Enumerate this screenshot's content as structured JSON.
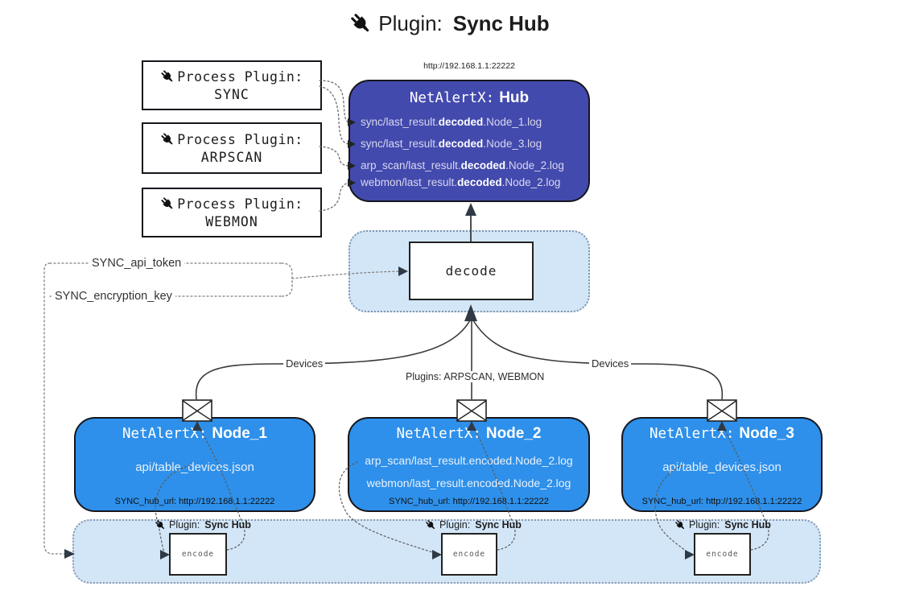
{
  "title": {
    "prefix": "Plugin:",
    "name": "Sync Hub"
  },
  "process_plugins": [
    {
      "label": "Process Plugin:",
      "name": "SYNC"
    },
    {
      "label": "Process Plugin:",
      "name": "ARPSCAN"
    },
    {
      "label": "Process Plugin:",
      "name": "WEBMON"
    }
  ],
  "hub": {
    "url_label": "http://192.168.1.1:22222",
    "title_prefix": "NetAlertX:",
    "title_name": "Hub",
    "lines": [
      {
        "pre": "sync/last_result.",
        "bold": "decoded",
        "post": ".Node_1.log"
      },
      {
        "pre": "sync/last_result.",
        "bold": "decoded",
        "post": ".Node_3.log"
      },
      {
        "pre": "arp_scan/last_result.",
        "bold": "decoded",
        "post": ".Node_2.log"
      },
      {
        "pre": "webmon/last_result.",
        "bold": "decoded",
        "post": ".Node_2.log"
      }
    ]
  },
  "decode": {
    "label": "decode"
  },
  "keys": {
    "api_token": "SYNC_api_token",
    "encryption_key": "SYNC_encryption_key"
  },
  "edges": {
    "devices_left": "Devices",
    "devices_right": "Devices",
    "plugins_mid": "Plugins: ARPSCAN, WEBMON"
  },
  "nodes": [
    {
      "title_prefix": "NetAlertX:",
      "title_name": "Node_1",
      "lines": [
        "api/table_devices.json"
      ],
      "hub_url": "SYNC_hub_url: http://192.168.1.1:22222"
    },
    {
      "title_prefix": "NetAlertX:",
      "title_name": "Node_2",
      "lines": [
        "arp_scan/last_result.encoded.Node_2.log",
        "webmon/last_result.encoded.Node_2.log"
      ],
      "hub_url": "SYNC_hub_url: http://192.168.1.1:22222"
    },
    {
      "title_prefix": "NetAlertX:",
      "title_name": "Node_3",
      "lines": [
        "api/table_devices.json"
      ],
      "hub_url": "SYNC_hub_url: http://192.168.1.1:22222"
    }
  ],
  "sync_groups": [
    {
      "label_prefix": "Plugin:",
      "label_name": "Sync Hub",
      "box_label": "encode"
    },
    {
      "label_prefix": "Plugin:",
      "label_name": "Sync Hub",
      "box_label": "encode"
    },
    {
      "label_prefix": "Plugin:",
      "label_name": "Sync Hub",
      "box_label": "encode"
    }
  ],
  "colors": {
    "hub_fill": "#434aad",
    "node_fill": "#2e90ea",
    "panel_fill": "#d3e6f8",
    "border": "#16161d"
  }
}
